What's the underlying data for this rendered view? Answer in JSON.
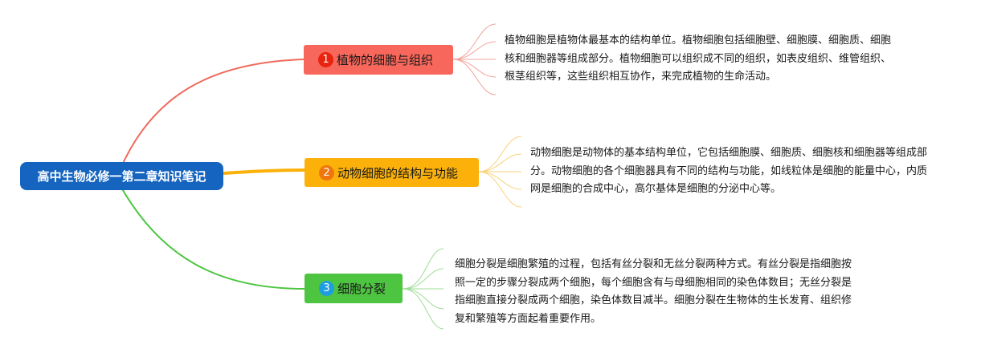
{
  "root": {
    "label": "高中生物必修一第二章知识笔记"
  },
  "topics": [
    {
      "number": "1",
      "label": "植物的细胞与组织",
      "note": "植物细胞是植物体最基本的结构单位。植物细胞包括细胞壁、细胞膜、细胞质、细胞核和细胞器等组成部分。植物细胞可以组织成不同的组织，如表皮组织、维管组织、根茎组织等，这些组织相互协作，来完成植物的生命活动。",
      "branch_color": "#f0675b"
    },
    {
      "number": "2",
      "label": "动物细胞的结构与功能",
      "note": "动物细胞是动物体的基本结构单位，它包括细胞膜、细胞质、细胞核和细胞器等组成部分。动物细胞的各个细胞器具有不同的结构与功能，如线粒体是细胞的能量中心，内质网是细胞的合成中心，高尔基体是细胞的分泌中心等。",
      "branch_color": "#fcb10a"
    },
    {
      "number": "3",
      "label": "细胞分裂",
      "note": "细胞分裂是细胞繁殖的过程，包括有丝分裂和无丝分裂两种方式。有丝分裂是指细胞按照一定的步骤分裂成两个细胞，每个细胞含有与母细胞相同的染色体数目；无丝分裂是指细胞直接分裂成两个细胞，染色体数目减半。细胞分裂在生物体的生长发育、组织修复和繁殖等方面起着重要作用。",
      "branch_color": "#4dc540"
    }
  ]
}
